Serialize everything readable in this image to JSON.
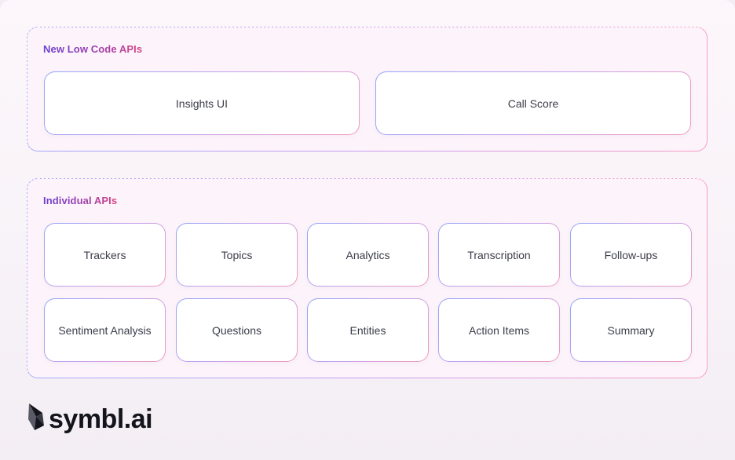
{
  "sections": {
    "low_code": {
      "title": "New Low Code APIs",
      "cards": [
        "Insights UI",
        "Call Score"
      ]
    },
    "individual": {
      "title": "Individual APIs",
      "cards": [
        "Trackers",
        "Topics",
        "Analytics",
        "Transcription",
        "Follow-ups",
        "Sentiment Analysis",
        "Questions",
        "Entities",
        "Action Items",
        "Summary"
      ]
    }
  },
  "logo": {
    "text": "symbl.ai",
    "icon": "symbl-logo-icon"
  },
  "colors": {
    "title_gradient_start": "#6a3fd3",
    "title_gradient_end": "#d94684",
    "border_blue": "#94a4f6",
    "border_pink": "#f29bbd",
    "logo_text": "#14141c"
  }
}
